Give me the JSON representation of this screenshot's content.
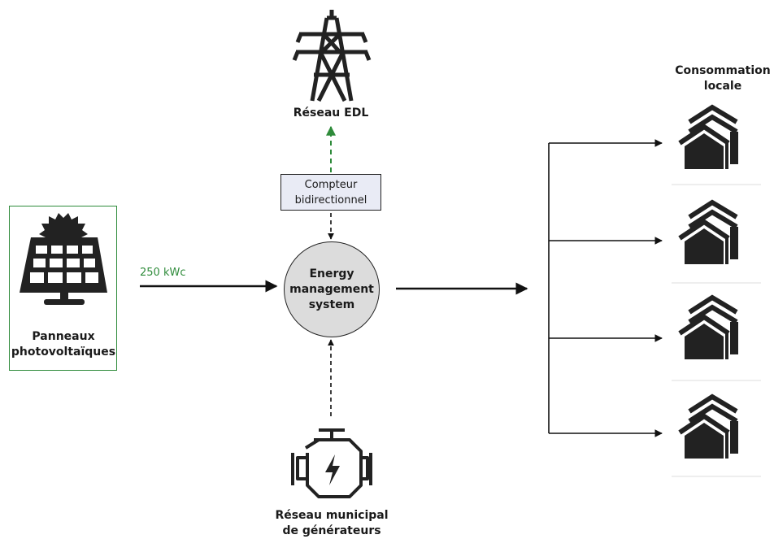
{
  "nodes": {
    "grid": {
      "label": "Réseau EDL",
      "icon": "power-pylon-icon"
    },
    "counter": {
      "label_line1": "Compteur",
      "label_line2": "bidirectionnel"
    },
    "ems": {
      "label_line1": "Energy",
      "label_line2": "management",
      "label_line3": "system"
    },
    "pv": {
      "label_line1": "Panneaux",
      "label_line2": "photovoltaïques",
      "icon": "solar-panel-icon"
    },
    "generators": {
      "label_line1": "Réseau municipal",
      "label_line2": "de générateurs",
      "icon": "engine-generator-icon"
    },
    "consumption": {
      "label_line1": "Consommation",
      "label_line2": "locale",
      "icon": "houses-icon",
      "count": 4
    }
  },
  "edges": {
    "pv_to_ems": {
      "label": "250 kWc",
      "style": "solid"
    },
    "ems_to_grid": {
      "style": "dashed",
      "color": "#2e8b3a"
    },
    "counter_to_ems": {
      "style": "dashed"
    },
    "generators_to_ems": {
      "style": "dashed"
    },
    "ems_to_consumption": {
      "style": "solid"
    }
  },
  "colors": {
    "accent_green": "#2e8b3a",
    "ems_fill": "#dcdcdc",
    "counter_fill": "#e9ebf5",
    "icon": "#222222"
  }
}
